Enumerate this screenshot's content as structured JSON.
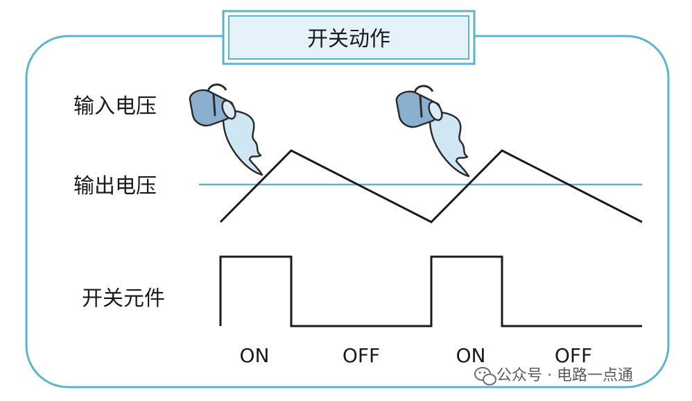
{
  "title": "开关动作",
  "labels": {
    "input_voltage": "输入电压",
    "output_voltage": "输出电压",
    "switch_element": "开关元件"
  },
  "states": [
    "ON",
    "OFF",
    "ON",
    "OFF"
  ],
  "watermark": "公众号 · 电路一点通",
  "icons": [
    "bucket-pour-icon",
    "bucket-pour-icon",
    "wechat-icon"
  ],
  "colors": {
    "frame": "#5ab4d0",
    "title_fill": "#e6f2f9",
    "reference_line": "#5ab4d0",
    "waveform": "#1a1a1a",
    "bucket": "#8bb0cf",
    "water": "#cfe6f4"
  }
}
